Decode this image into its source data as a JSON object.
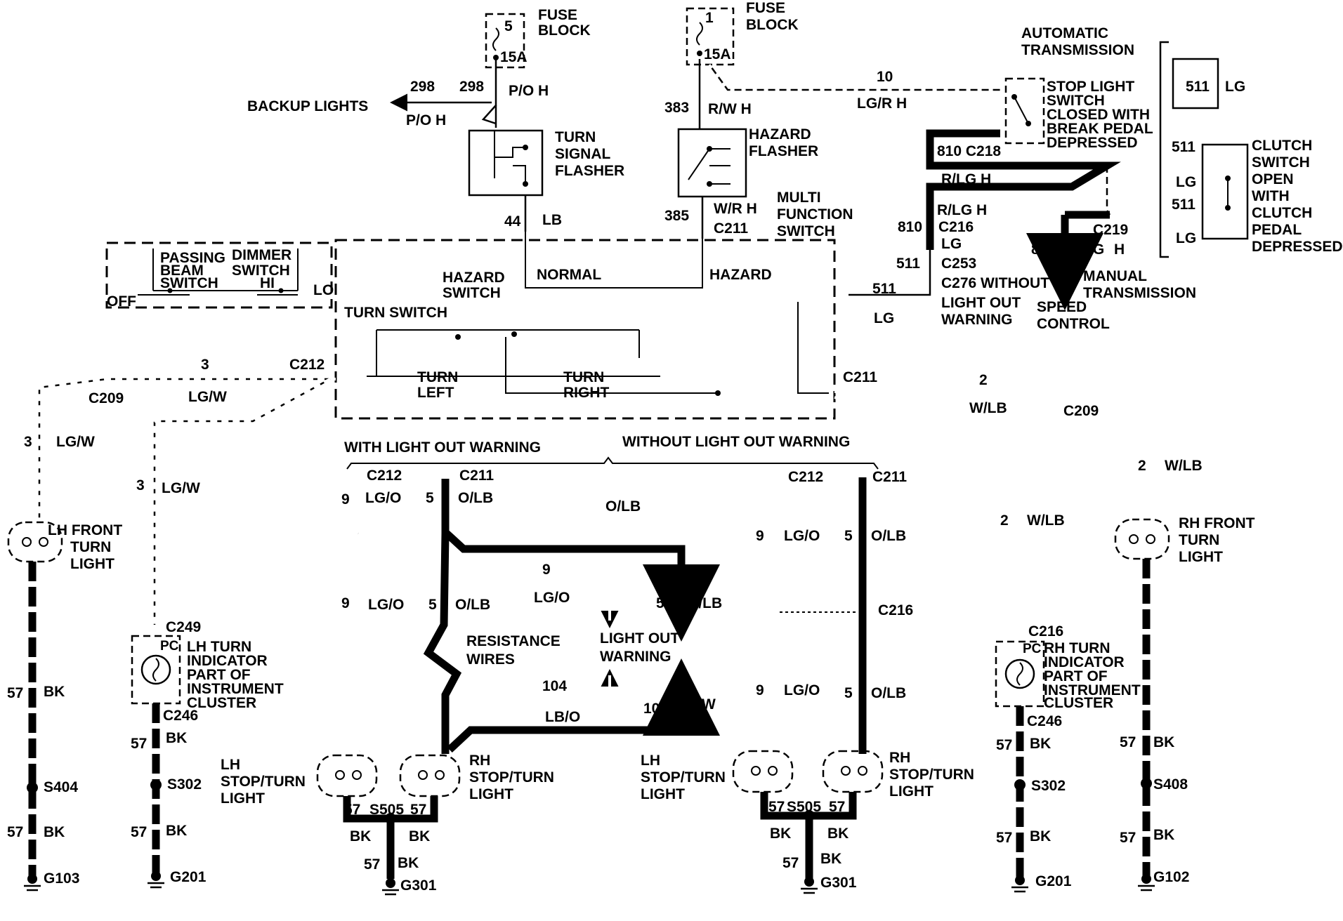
{
  "fuse_block_5": {
    "title_1": "FUSE",
    "title_2": "BLOCK",
    "fuse_no": "5",
    "rating": "15A"
  },
  "fuse_block_1": {
    "title_1": "FUSE",
    "title_2": "BLOCK",
    "fuse_no": "1",
    "rating": "15A"
  },
  "backup": {
    "label": "BACKUP LIGHTS",
    "circuit_a": "298",
    "circuit_b": "298",
    "color_a": "P/O H",
    "color_b": "P/O H"
  },
  "turn_flasher": {
    "line1": "TURN",
    "line2": "SIGNAL",
    "line3": "FLASHER",
    "out_circuit": "44",
    "out_color": "LB"
  },
  "hazard_flasher": {
    "line1": "HAZARD",
    "line2": "FLASHER",
    "in_circuit": "383",
    "in_color": "R/W H",
    "out_circuit": "385",
    "out_color": "W/R H",
    "out_conn": "C211"
  },
  "multi_function": {
    "line1": "MULTI",
    "line2": "FUNCTION",
    "line3": "SWITCH"
  },
  "stop_wire": {
    "circuit": "10",
    "color": "LG/R H"
  },
  "auto_trans": {
    "line1": "AUTOMATIC",
    "line2": "TRANSMISSION"
  },
  "stop_switch": {
    "line1": "STOP LIGHT",
    "line2": "SWITCH",
    "line3": "CLOSED WITH",
    "line4": "BREAK PEDAL",
    "line5": "DEPRESSED"
  },
  "bracket_top": {
    "circuit": "511",
    "color": "LG"
  },
  "clutch": {
    "c1": "511",
    "c2": "LG",
    "c3": "511",
    "c4": "LG",
    "line1": "CLUTCH",
    "line2": "SWITCH",
    "line3": "OPEN",
    "line4": "WITH",
    "line5": "CLUTCH",
    "line6": "PEDAL",
    "line7": "DEPRESSED"
  },
  "right_side": {
    "c218": "810 C218",
    "rlg1": "R/LG H",
    "rlg2": "R/LG H",
    "c810a": "810",
    "c216": "C216",
    "lg1": "LG",
    "c511": "511",
    "c253": "C253",
    "c276": "C276 WITHOUT",
    "lightout1": "LIGHT OUT",
    "lightout2": "WARNING",
    "c219": "C219",
    "c810b": "810",
    "rlg3": "R/LG",
    "h": "H",
    "manual1": "MANUAL",
    "manual2": "TRANSMISSION",
    "speed1": "SPEED",
    "speed2": "CONTROL",
    "w511": "511",
    "wlg": "LG"
  },
  "switch_box": {
    "passing": "PASSING",
    "beam": "BEAM",
    "switch": "SWITCH",
    "dimmer": "DIMMER",
    "dswitch": "SWITCH",
    "hi": "HI",
    "off": "OFF",
    "lo": "LO",
    "hazard_switch_1": "HAZARD",
    "hazard_switch_2": "SWITCH",
    "normal": "NORMAL",
    "hazard": "HAZARD",
    "turn_switch": "TURN SWITCH",
    "turn_left_1": "TURN",
    "turn_left_2": "LEFT",
    "turn_right_1": "TURN",
    "turn_right_2": "RIGHT"
  },
  "left_harness": {
    "c212": "C212",
    "circuit": "3",
    "c209": "C209",
    "color": "LG/W",
    "c3a": "3",
    "lgw_a": "LG/W",
    "c3b": "3",
    "lgw_b": "LG/W"
  },
  "right_harness": {
    "c211": "C211",
    "circuit": "2",
    "color": "W/LB",
    "c209": "C209",
    "c2a": "2",
    "wlb_a": "W/LB",
    "c2b": "2",
    "wlb_b": "W/LB"
  },
  "lh_front": {
    "line1": "LH FRONT",
    "line2": "TURN",
    "line3": "LIGHT",
    "c57a": "57",
    "bka": "BK",
    "splice": "S404",
    "c57b": "57",
    "bkb": "BK",
    "ground": "G103"
  },
  "rh_front": {
    "line1": "RH FRONT",
    "line2": "TURN",
    "line3": "LIGHT",
    "c57a": "57",
    "bka": "BK",
    "splice": "S408",
    "c57b": "57",
    "bkb": "BK",
    "ground": "G102"
  },
  "lh_indicator": {
    "conn": "C249",
    "pc": "PC",
    "line1": "LH TURN",
    "line2": "INDICATOR",
    "line3": "PART OF",
    "line4": "INSTRUMENT",
    "line5": "CLUSTER",
    "c246": "C246",
    "c57a": "57",
    "bka": "BK",
    "splice": "S302",
    "c57b": "57",
    "bkb": "BK",
    "ground": "G201"
  },
  "rh_indicator": {
    "conn": "C216",
    "pc": "PC",
    "line1": "RH TURN",
    "line2": "INDICATOR",
    "line3": "PART OF",
    "line4": "INSTRUMENT",
    "line5": "CLUSTER",
    "c246": "C246",
    "c57a": "57",
    "bka": "BK",
    "splice": "S302",
    "c57b": "57",
    "bkb": "BK",
    "ground": "G201"
  },
  "with_warning": {
    "title": "WITH LIGHT OUT WARNING",
    "c212": "C212",
    "c211": "C211",
    "n9": "9",
    "lgo": "LG/O",
    "n5": "5",
    "olb": "O/LB",
    "olb_mid": "O/LB",
    "w9": "9",
    "wlgo": "LG/O",
    "l9": "9",
    "llgo": "LG/O",
    "l5": "5",
    "lolb": "O/LB",
    "r5": "5",
    "rolb": "O/LB",
    "res1": "RESISTANCE",
    "res2": "WIRES",
    "warn1": "LIGHT OUT",
    "warn2": "WARNING",
    "c104": "104",
    "lbo": "LB/O",
    "c105": "105",
    "rw": "R/W",
    "lh1": "LH",
    "lh2": "STOP/TURN",
    "lh3": "LIGHT",
    "rh1": "RH",
    "rh2": "STOP/TURN",
    "rh3": "LIGHT",
    "g57a": "57",
    "splice": "S505",
    "g57b": "57",
    "bka": "BK",
    "bkb": "BK",
    "g57c": "57",
    "bkc": "BK",
    "ground": "G301"
  },
  "without_warning": {
    "title": "WITHOUT LIGHT OUT WARNING",
    "c212": "C212",
    "c211": "C211",
    "n9a": "9",
    "lgoa": "LG/O",
    "n5a": "5",
    "olba": "O/LB",
    "c216": "C216",
    "n9b": "9",
    "lgob": "LG/O",
    "n5b": "5",
    "olbb": "O/LB",
    "lh1": "LH",
    "lh2": "STOP/TURN",
    "lh3": "LIGHT",
    "rh1": "RH",
    "rh2": "STOP/TURN",
    "rh3": "LIGHT",
    "g57a": "57",
    "splice": "S505",
    "g57b": "57",
    "bka": "BK",
    "bkb": "BK",
    "g57c": "57",
    "bkc": "BK",
    "ground": "G301"
  }
}
